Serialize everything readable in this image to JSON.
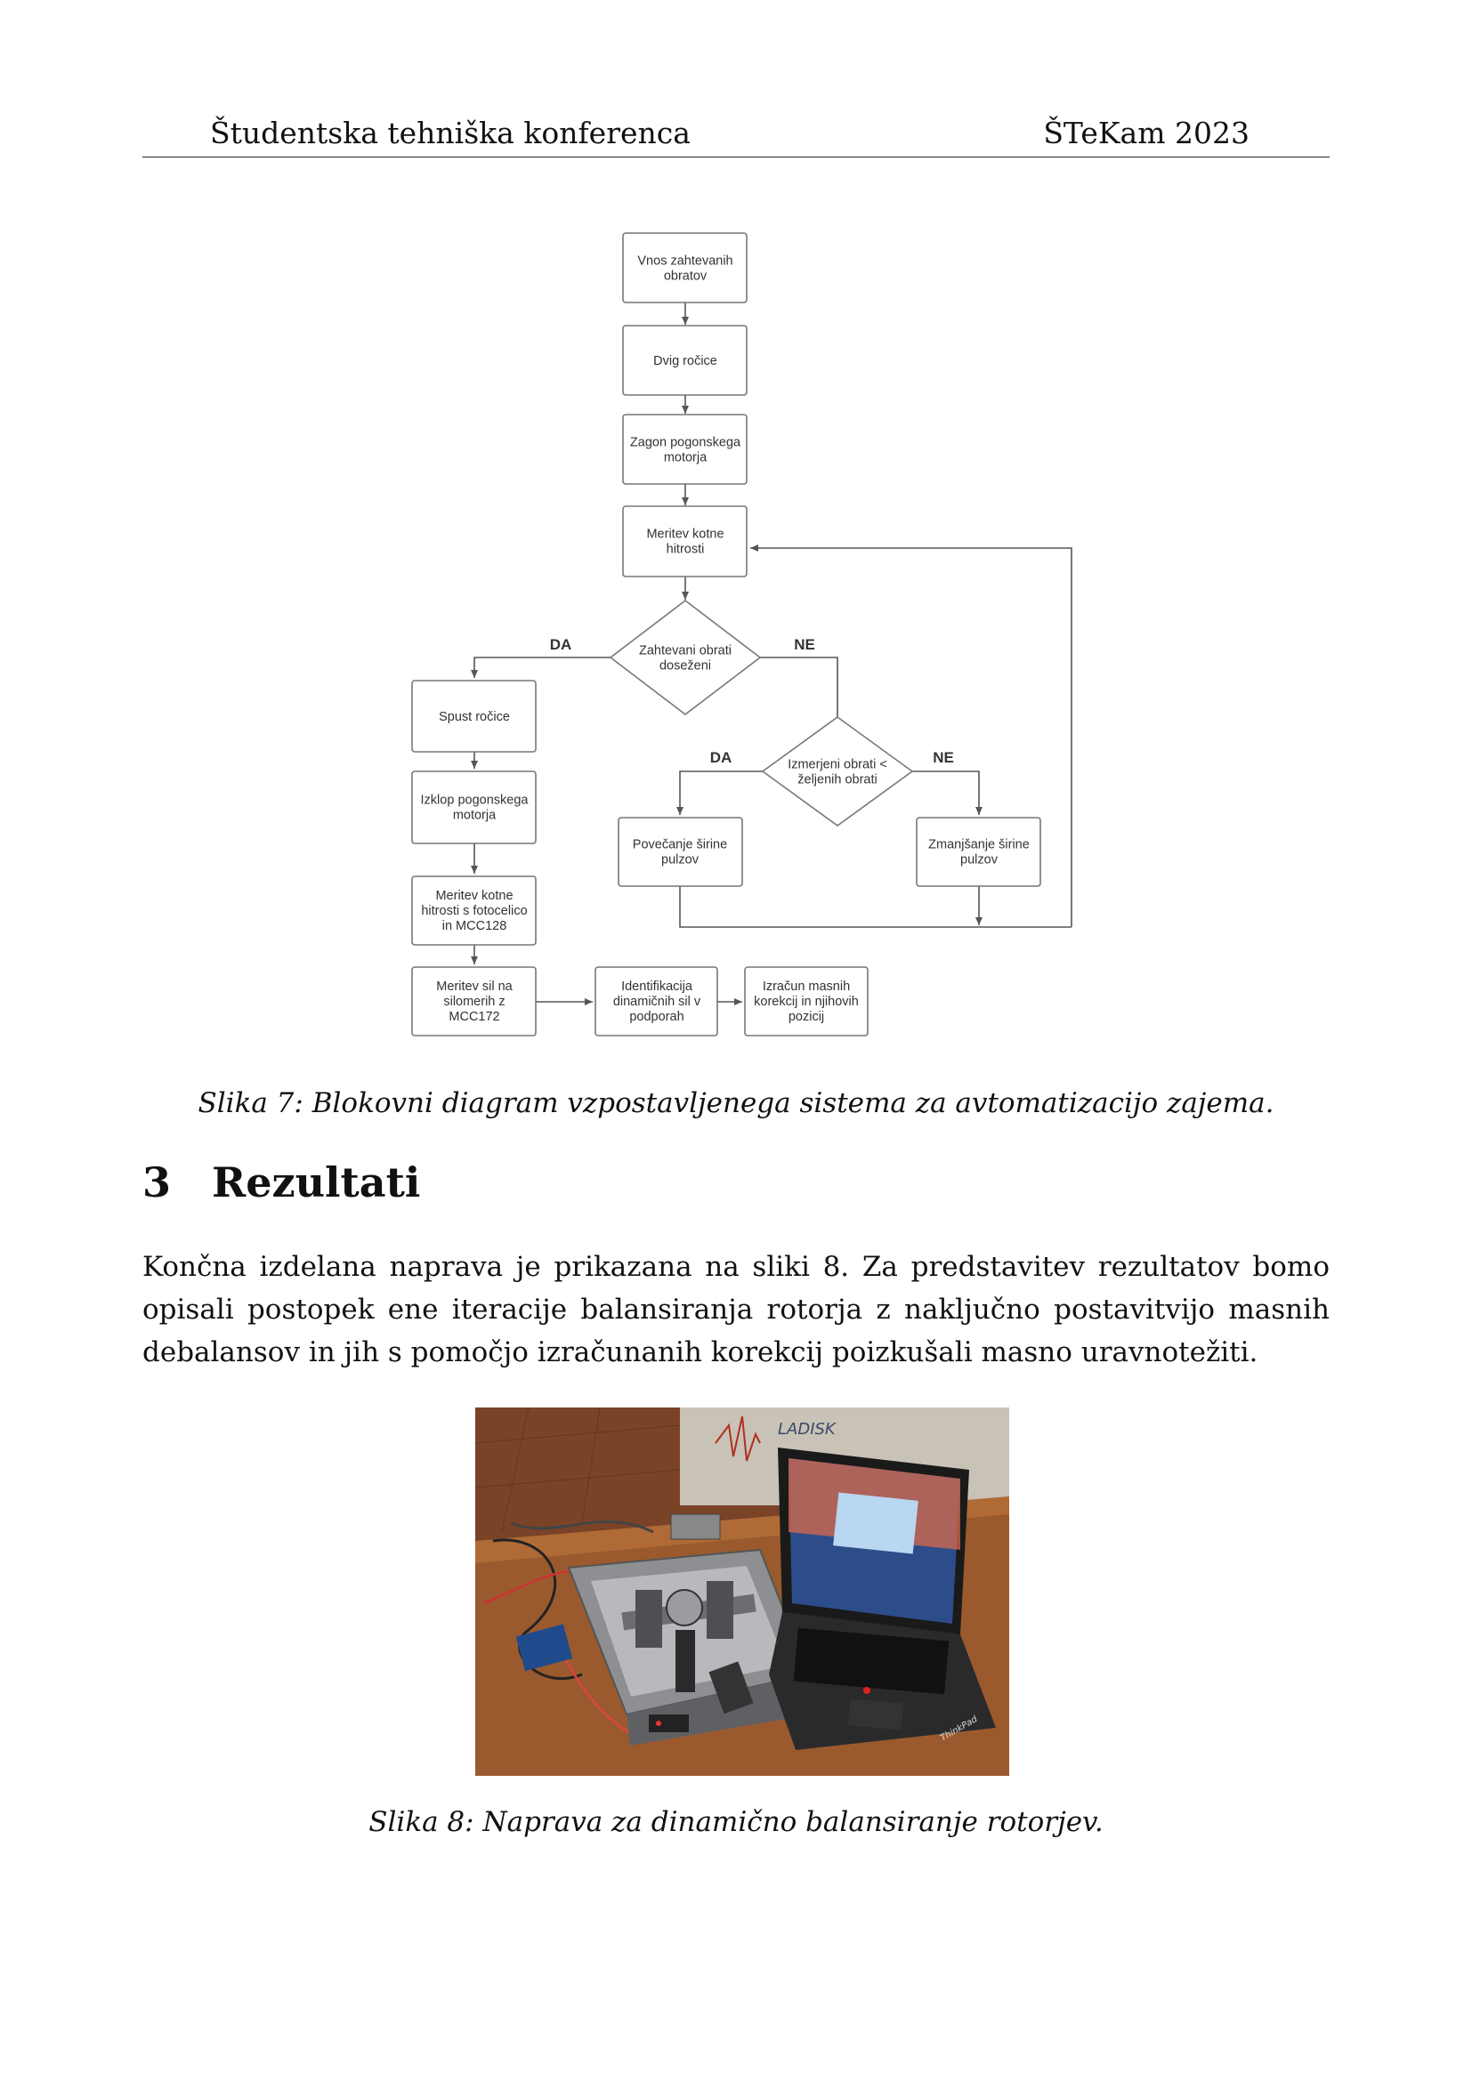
{
  "header": {
    "left": "Študentska tehniška konferenca",
    "right": "ŠTeKam 2023"
  },
  "figure7": {
    "nodes": {
      "n1": [
        "Vnos zahtevanih",
        "obratov"
      ],
      "n2": [
        "Dvig ročice"
      ],
      "n3": [
        "Zagon pogonskega",
        "motorja"
      ],
      "n4": [
        "Meritev kotne",
        "hitrosti"
      ],
      "d1": [
        "Zahtevani obrati",
        "doseženi"
      ],
      "d2": [
        "Izmerjeni obrati <",
        "željenih obrati"
      ],
      "l1": [
        "Spust ročice"
      ],
      "l2": [
        "Izklop pogonskega",
        "motorja"
      ],
      "l3": [
        "Meritev kotne",
        "hitrosti s fotocelico",
        "in MCC128"
      ],
      "l4": [
        "Meritev sil na",
        "silomerih z",
        "MCC172"
      ],
      "r1": [
        "Povečanje širine",
        "pulzov"
      ],
      "r2": [
        "Zmanjšanje širine",
        "pulzov"
      ],
      "b2": [
        "Identifikacija",
        "dinamičnih sil v",
        "podporah"
      ],
      "b3": [
        "Izračun masnih",
        "korekcij in njihovih",
        "pozicij"
      ]
    },
    "labels": {
      "d1_yes": "DA",
      "d1_no": "NE",
      "d2_yes": "DA",
      "d2_no": "NE"
    },
    "caption": "Slika 7: Blokovni diagram vzpostavljenega sistema za avtomatizacijo zajema."
  },
  "section": {
    "number": "3",
    "title": "Rezultati"
  },
  "paragraph": "Končna izdelana naprava je prikazana na sliki 8. Za predstavitev rezultatov bomo opisali postopek ene iteracije balansiranja rotorja z naključno postavitvijo masnih debalansov in jih s pomočjo izračunanih korekcij poizkušali masno uravnotežiti.",
  "figure8": {
    "caption": "Slika 8: Naprava za dinamično balansiranje rotorjev.",
    "photo_texts": {
      "wall_logo": "LADISK",
      "laptop_brand": "ThinkPad"
    }
  }
}
